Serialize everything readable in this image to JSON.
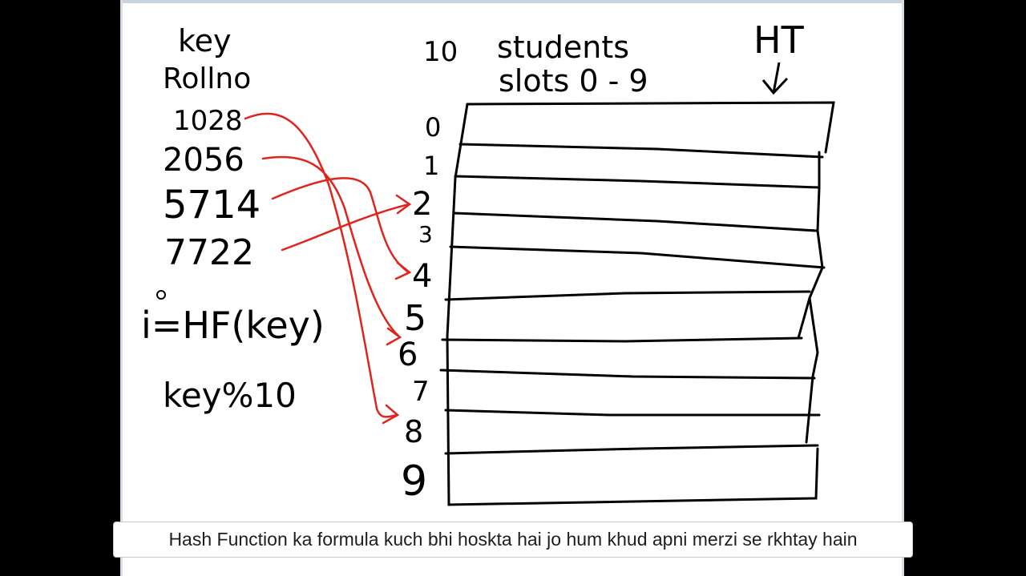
{
  "board": {
    "key_label": "key",
    "rollno_label": "Rollno",
    "keys": [
      "1028",
      "2056",
      "5714",
      "7722"
    ],
    "formula": "i=HF(key)",
    "hash_rule": "key%10",
    "title_count": "10",
    "title_students": "students",
    "title_slots": "slots 0 - 9",
    "ht_label": "HT",
    "slot_indices": [
      "0",
      "1",
      "2",
      "3",
      "4",
      "5",
      "6",
      "7",
      "8",
      "9"
    ],
    "arrow_color": "#e0241b",
    "ink_color": "#000000"
  },
  "caption": {
    "text": "Hash Function ka formula kuch bhi hoskta hai jo hum khud apni merzi se rkhtay hain"
  }
}
